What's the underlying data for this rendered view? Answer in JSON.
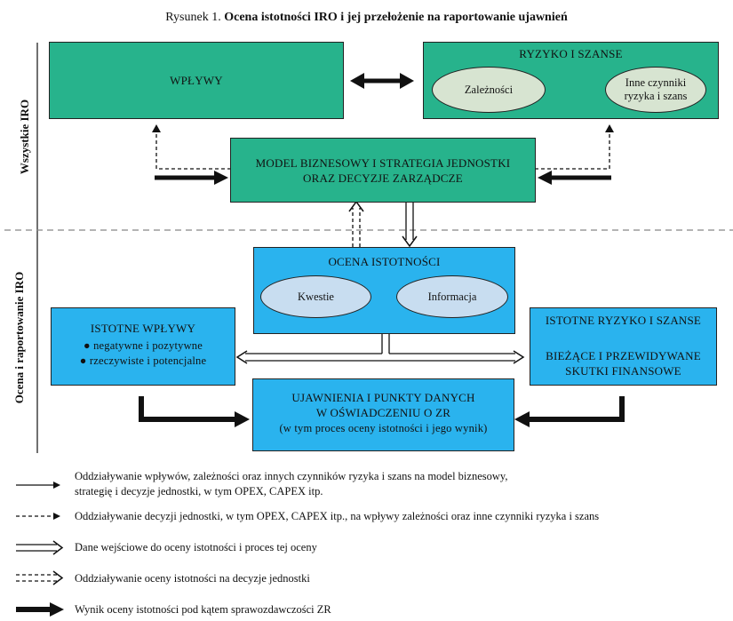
{
  "title": {
    "prefix": "Rysunek 1.",
    "bold": "Ocena istotności IRO i jej przełożenie na raportowanie ujawnień"
  },
  "side_labels": {
    "top": "Wszystkie IRO",
    "bottom": "Ocena i raportowanie IRO"
  },
  "boxes": {
    "wplywy": "WPŁYWY",
    "ryzyko": "RYZYKO I SZANSE",
    "zaleznosci": "Zależności",
    "inne": "Inne czynniki ryzyka i szans",
    "model_line1": "MODEL BIZNESOWY I STRATEGIA JEDNOSTKI",
    "model_line2": "ORAZ DECYZJE ZARZĄDCZE",
    "ocena": "OCENA ISTOTNOŚCI",
    "kwestie": "Kwestie",
    "informacja": "Informacja",
    "istotne_wplywy": "ISTOTNE WPŁYWY",
    "bullet1": "negatywne i pozytywne",
    "bullet2": "rzeczywiste i potencjalne",
    "istotne_ryzyko": "ISTOTNE RYZYKO I SZANSE",
    "biezace_line1": "BIEŻĄCE I PRZEWIDYWANE",
    "biezace_line2": "SKUTKI FINANSOWE",
    "ujawnienia_line1": "UJAWNIENIA I PUNKTY DANYCH",
    "ujawnienia_line2": "W OŚWIADCZENIU O ZR",
    "ujawnienia_line3": "(w tym proces oceny istotności i jego wynik)"
  },
  "legend": [
    {
      "style": "solid-thin",
      "text1": "Oddziaływanie wpływów, zależności oraz innych czynników ryzyka i szans na model biznesowy,",
      "text2": "strategię i decyzje jednostki, w tym OPEX, CAPEX itp."
    },
    {
      "style": "dashed-thin",
      "text1": "Oddziaływanie decyzji jednostki, w tym OPEX, CAPEX itp., na wpływy zależności oraz inne czynniki ryzyka i szans",
      "text2": ""
    },
    {
      "style": "double",
      "text1": "Dane wejściowe do oceny istotności i proces tej oceny",
      "text2": ""
    },
    {
      "style": "double-dashed",
      "text1": "Oddziaływanie oceny istotności na decyzje jednostki",
      "text2": ""
    },
    {
      "style": "thick",
      "text1": "Wynik oceny istotności pod kątem sprawozdawczości ZR",
      "text2": ""
    }
  ],
  "colors": {
    "green": "#27b38c",
    "blue": "#2ab3ee",
    "ellipse_green": "#d7e4d1",
    "ellipse_blue": "#c8ddf0"
  }
}
